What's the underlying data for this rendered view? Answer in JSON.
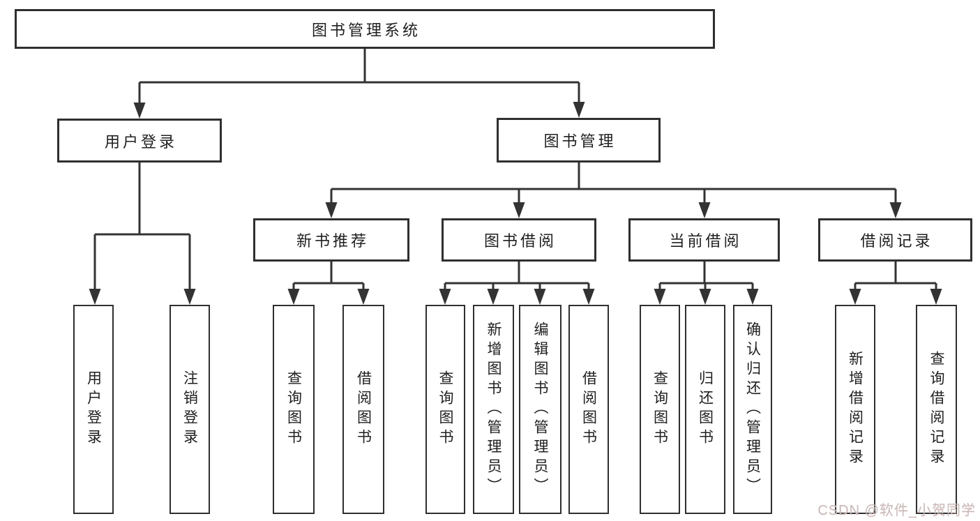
{
  "tree": {
    "root": "图书管理系统",
    "branches": [
      {
        "label": "用户登录",
        "children": [
          "用户登录",
          "注销登录"
        ]
      },
      {
        "label": "图书管理",
        "groups": [
          {
            "label": "新书推荐",
            "children": [
              "查询图书",
              "借阅图书"
            ]
          },
          {
            "label": "图书借阅",
            "children": [
              "查询图书",
              "新增图书（管理员）",
              "编辑图书（管理员）",
              "借阅图书"
            ]
          },
          {
            "label": "当前借阅",
            "children": [
              "查询图书",
              "归还图书",
              "确认归还（管理员）"
            ]
          },
          {
            "label": "借阅记录",
            "children": [
              "新增借阅记录",
              "查询借阅记录"
            ]
          }
        ]
      }
    ]
  },
  "watermark": {
    "text": "CSDN @软件_小贺同学"
  },
  "colors": {
    "line": "#333333",
    "box_border": "#2f2f2f",
    "text": "#202020",
    "background": "#ffffff",
    "watermark": "#c7bcbc"
  }
}
